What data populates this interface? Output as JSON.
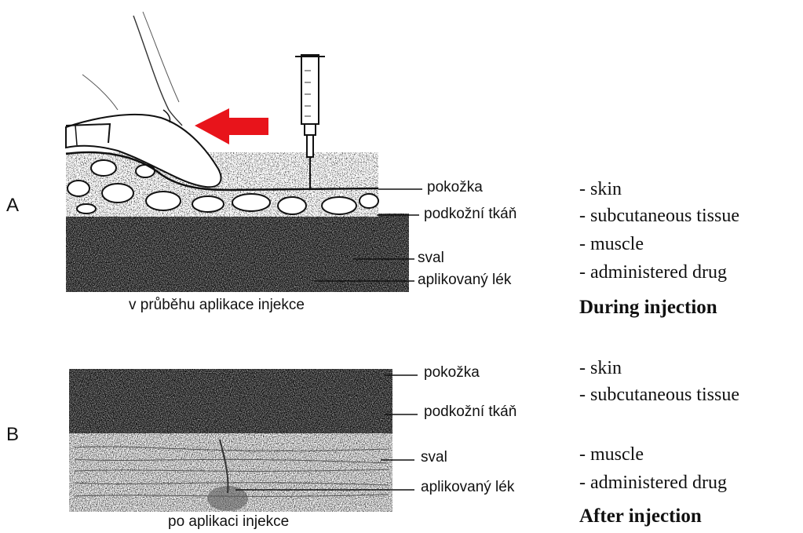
{
  "panel_a": {
    "letter": "A",
    "labels": [
      "pokožka",
      "podkožní tkáň",
      "sval",
      "aplikovaný lék"
    ],
    "caption": "v průběhu aplikace injekce",
    "translations": [
      "- skin",
      "- subcutaneous tissue",
      "- muscle",
      "- administered drug"
    ],
    "title": "During injection"
  },
  "panel_b": {
    "letter": "B",
    "labels": [
      "pokožka",
      "podkožní tkáň",
      "sval",
      "aplikovaný lék"
    ],
    "caption": "po aplikaci injekce",
    "translations": [
      "- skin",
      "- subcutaneous tissue",
      "- muscle",
      "- administered drug"
    ],
    "title": "After injection"
  },
  "colors": {
    "arrow": "#e8141b"
  }
}
